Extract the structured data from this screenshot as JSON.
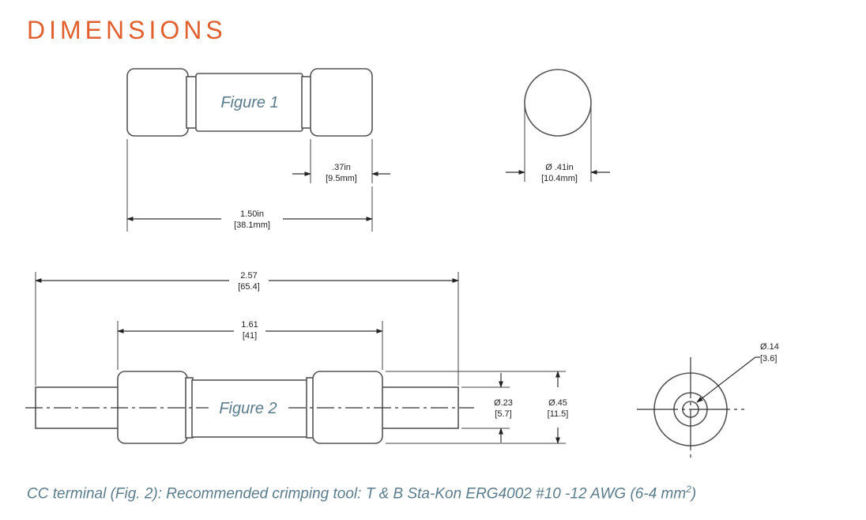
{
  "heading": "DIMENSIONS",
  "figure1": {
    "label": "Figure 1",
    "end_cap_length": {
      "in": ".37in",
      "mm": "[9.5mm]"
    },
    "overall_length": {
      "in": "1.50in",
      "mm": "[38.1mm]"
    },
    "diameter": {
      "in": "Ø .41in",
      "mm": "[10.4mm]"
    }
  },
  "figure2": {
    "label": "Figure 2",
    "overall_length": {
      "in": "2.57",
      "mm": "[65.4]"
    },
    "body_length": {
      "in": "1.61",
      "mm": "[41]"
    },
    "terminal_diameter": {
      "in": "Ø.23",
      "mm": "[5.7]"
    },
    "body_diameter": {
      "in": "Ø.45",
      "mm": "[11.5]"
    },
    "hole_diameter": {
      "in": "Ø.14",
      "mm": "[3.6]"
    }
  },
  "caption": {
    "text": "CC terminal (Fig. 2): Recommended crimping tool: T & B Sta-Kon ERG4002 #10 -12 AWG (6-4 mm",
    "superscript": "2",
    "close": ")"
  }
}
